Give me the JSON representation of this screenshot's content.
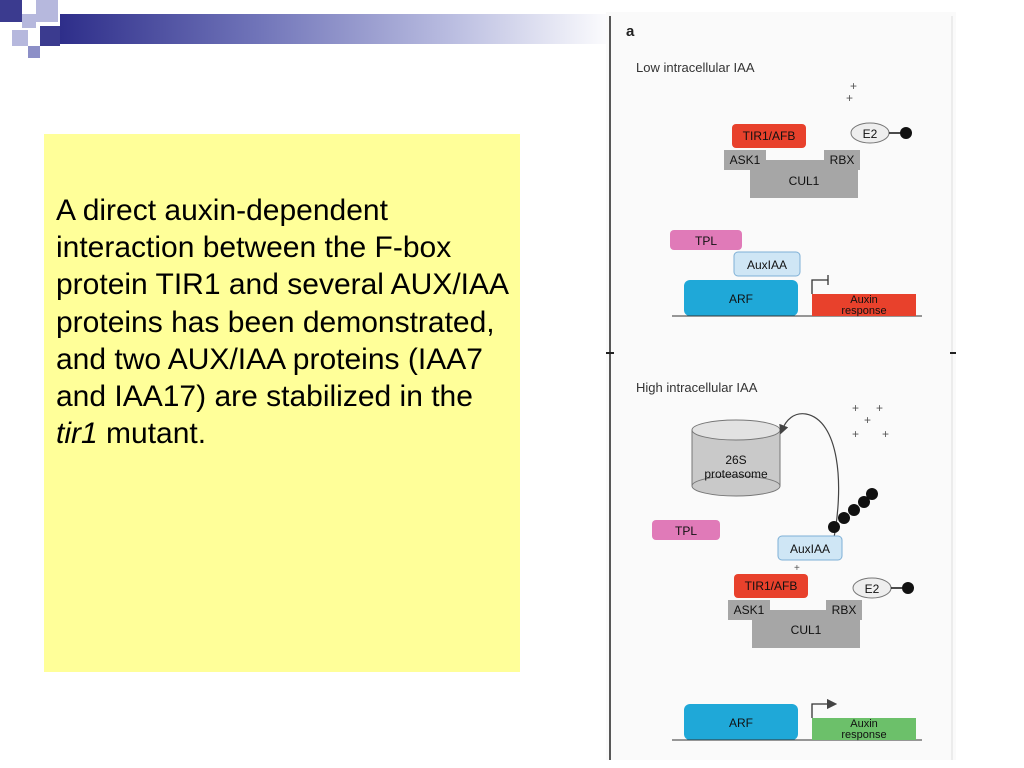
{
  "slide": {
    "text_before": "A direct auxin-dependent interaction between the F-box protein TIR1 and several AUX/IAA proteins has been demonstrated, and two AUX/IAA proteins  (IAA7 and IAA17) are stabilized in the ",
    "text_italic": "tir1",
    "text_after": " mutant."
  },
  "figure": {
    "panel_letter": "a",
    "low": {
      "heading": "Low intracellular IAA",
      "tir1": "TIR1/AFB",
      "e2": "E2",
      "ask1": "ASK1",
      "rbx": "RBX",
      "cul1": "CUL1",
      "tpl": "TPL",
      "auxiaa": "AuxIAA",
      "arf": "ARF",
      "response_line1": "Auxin",
      "response_line2": "response"
    },
    "high": {
      "heading": "High intracellular IAA",
      "proteasome_line1": "26S",
      "proteasome_line2": "proteasome",
      "tpl": "TPL",
      "auxiaa": "AuxIAA",
      "tir1": "TIR1/AFB",
      "e2": "E2",
      "ask1": "ASK1",
      "rbx": "RBX",
      "cul1": "CUL1",
      "arf": "ARF",
      "response_line1": "Auxin",
      "response_line2": "response"
    },
    "colors": {
      "tir1": "#e8412c",
      "tpl": "#e07ab8",
      "auxiaa": "#cfe6f5",
      "arf": "#1fa8d8",
      "cul1": "#a6a6a6",
      "repressed_response": "#e8412c",
      "active_response": "#6cc06a"
    }
  }
}
